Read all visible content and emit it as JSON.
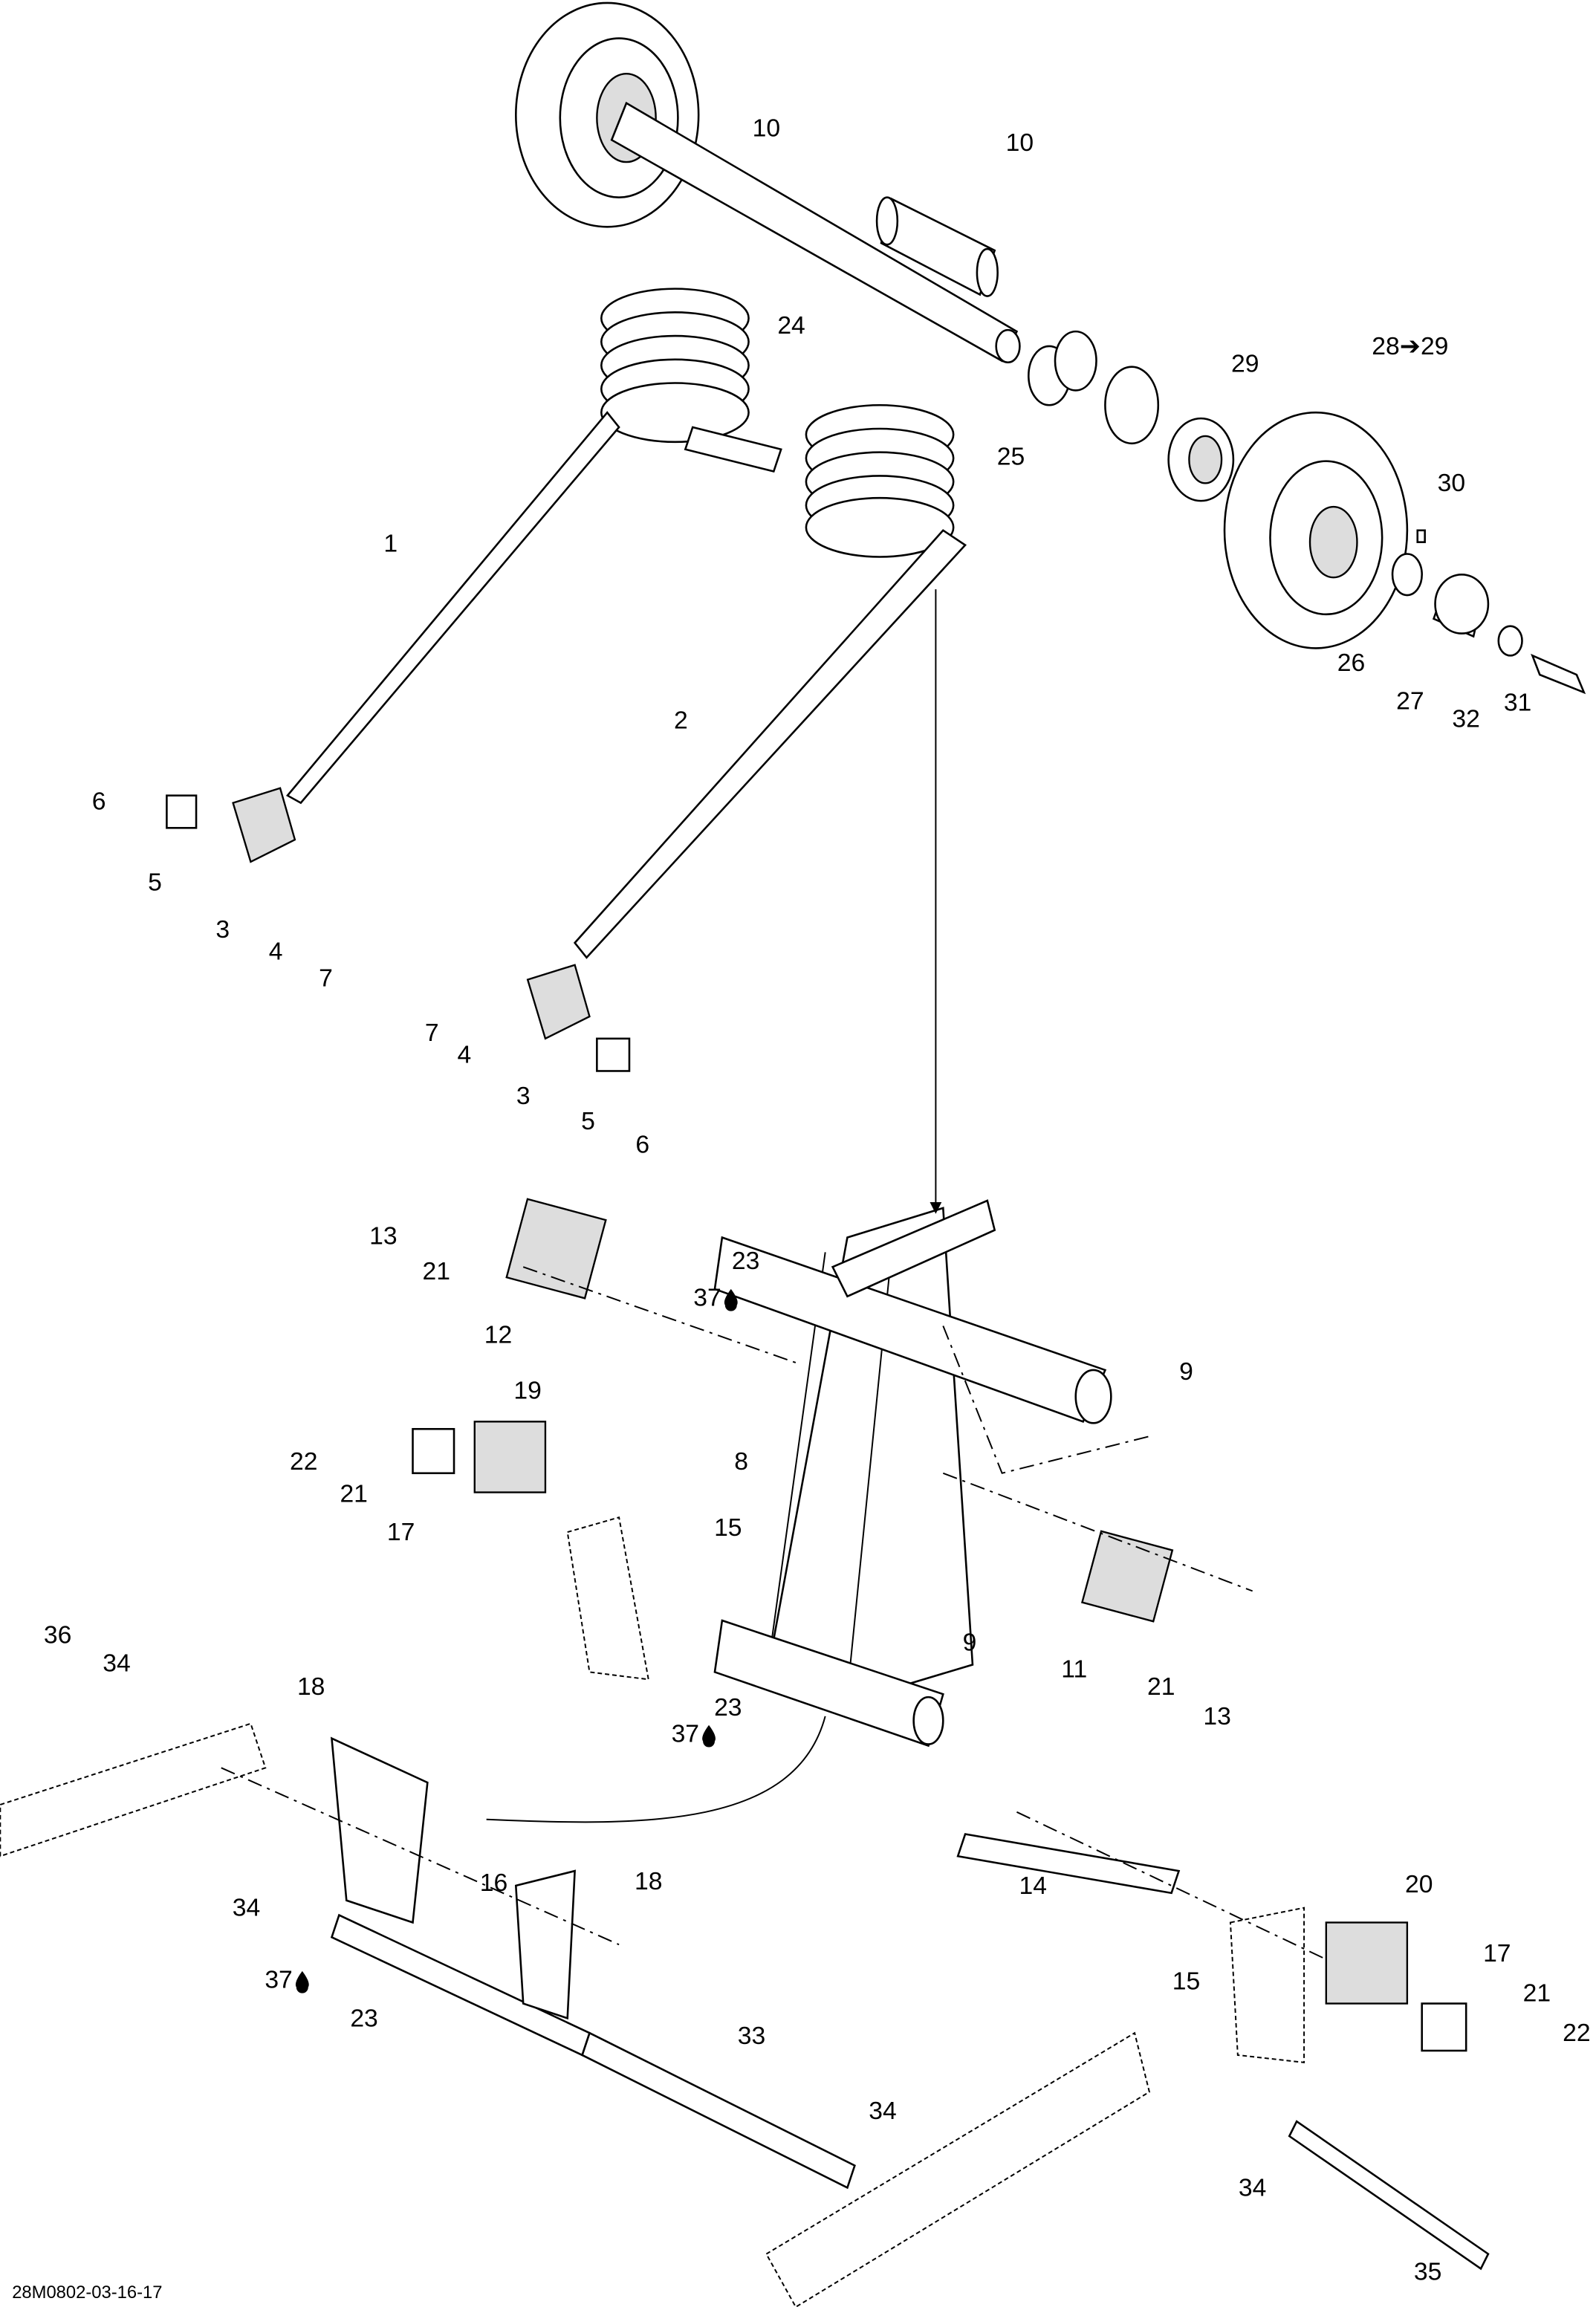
{
  "diagram": {
    "drawing_code": "28M0802-03-16-17",
    "callouts": [
      "1",
      "2",
      "3",
      "4",
      "5",
      "6",
      "7",
      "10",
      "10",
      "24",
      "25",
      "29",
      "28➔29",
      "30",
      "26",
      "27",
      "32",
      "31",
      "7",
      "4",
      "3",
      "5",
      "6",
      "13",
      "21",
      "12",
      "23",
      "37",
      "9",
      "22",
      "21",
      "17",
      "19",
      "8",
      "15",
      "9",
      "11",
      "21",
      "13",
      "36",
      "34",
      "18",
      "23",
      "37",
      "14",
      "20",
      "34",
      "16",
      "18",
      "37",
      "23",
      "33",
      "15",
      "17",
      "21",
      "22",
      "34",
      "34",
      "35"
    ],
    "icons": {
      "lubricant": "oil-drop-icon"
    }
  }
}
